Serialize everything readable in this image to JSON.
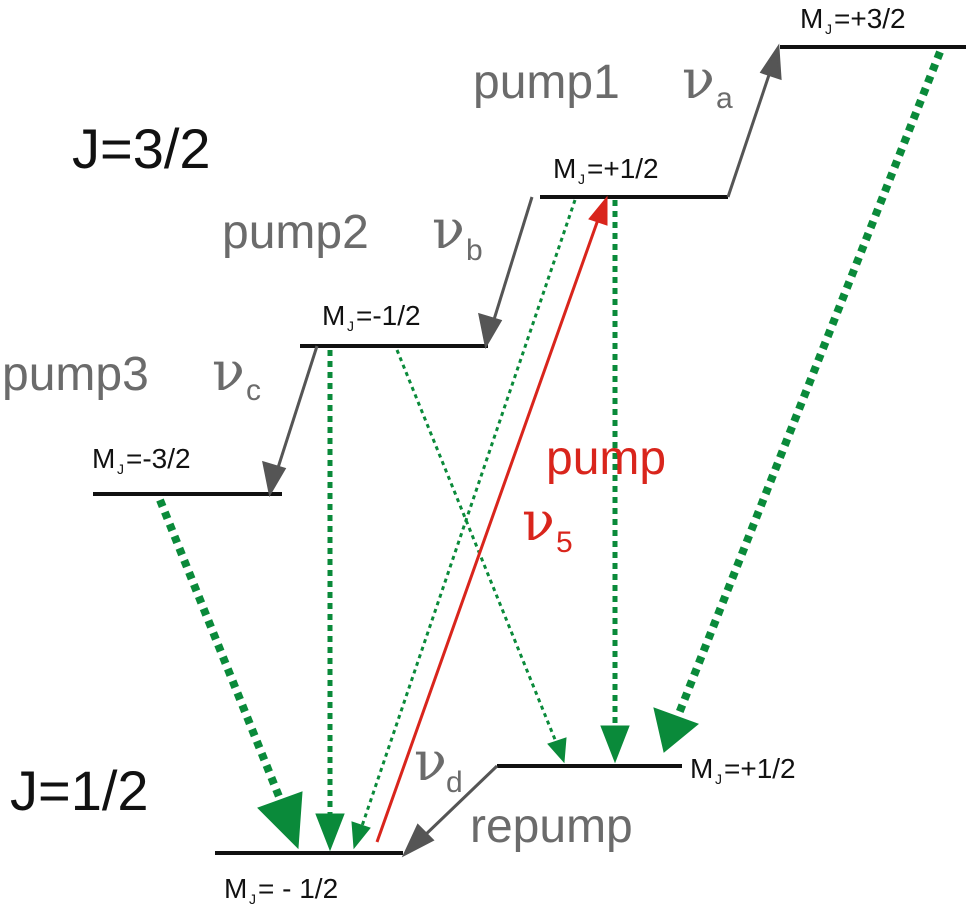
{
  "colors": {
    "level": "#111111",
    "pump_arrow": "#555555",
    "decay": "#0a8a3a",
    "pump_red": "#d9251c",
    "gray_text": "#6b6b6b"
  },
  "labels": {
    "j_upper": "J=3/2",
    "j_lower": "J=1/2",
    "pump1_word": "pump1",
    "pump2_word": "pump2",
    "pump3_word": "pump3",
    "nu": "ν",
    "sub_a": "a",
    "sub_b": "b",
    "sub_c": "c",
    "sub_d": "d",
    "sub_5": "5",
    "pump_red_word": "pump",
    "repump_word": "repump"
  },
  "levels": {
    "upper_p32": {
      "m": "M",
      "sub": "J",
      "value": "=+3/2"
    },
    "upper_p12": {
      "m": "M",
      "sub": "J",
      "value": "=+1/2"
    },
    "upper_m12": {
      "m": "M",
      "sub": "J",
      "value": "=-1/2"
    },
    "upper_m32": {
      "m": "M",
      "sub": "J",
      "value": "=-3/2"
    },
    "lower_p12": {
      "m": "M",
      "sub": "J",
      "value": "=+1/2"
    },
    "lower_m12": {
      "m": "M",
      "sub": "J",
      "value": "= - 1/2"
    }
  }
}
